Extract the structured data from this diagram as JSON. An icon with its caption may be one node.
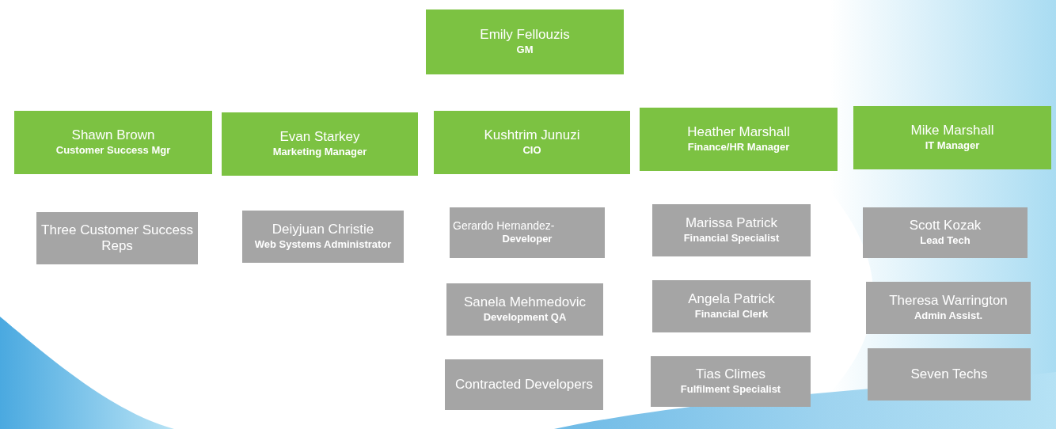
{
  "diagram": {
    "nodes": [
      {
        "text": [
          "Emily Fellouzis",
          "GM"
        ]
      },
      {
        "text": [
          "Shawn Brown",
          "Customer Success Mgr"
        ]
      },
      {
        "text": [
          "Evan Starkey",
          "Marketing Manager"
        ]
      },
      {
        "text": [
          "Kushtrim Junuzi",
          "CIO"
        ]
      },
      {
        "text": [
          "Heather Marshall",
          "Finance/HR Manager"
        ]
      },
      {
        "text": [
          "Mike Marshall",
          "IT Manager"
        ]
      },
      {
        "text": [
          "Three Customer Success Reps"
        ]
      },
      {
        "text": [
          "Deiyjuan Christie",
          "Web Systems Administrator"
        ]
      },
      {
        "text": [
          "Gerardo Hernandez-",
          "Developer"
        ]
      },
      {
        "text": [
          "Sanela Mehmedovic",
          "Development QA"
        ]
      },
      {
        "text": [
          "Contracted Developers"
        ]
      },
      {
        "text": [
          "Marissa Patrick",
          "Financial Specialist"
        ]
      },
      {
        "text": [
          "Angela Patrick",
          "Financial Clerk"
        ]
      },
      {
        "text": [
          "Tias Climes",
          "Fulfilment Specialist"
        ]
      },
      {
        "text": [
          "Scott Kozak",
          "Lead Tech"
        ]
      },
      {
        "text": [
          "Theresa Warrington",
          "Admin Assist."
        ]
      },
      {
        "text": [
          "Seven Techs"
        ]
      }
    ]
  }
}
